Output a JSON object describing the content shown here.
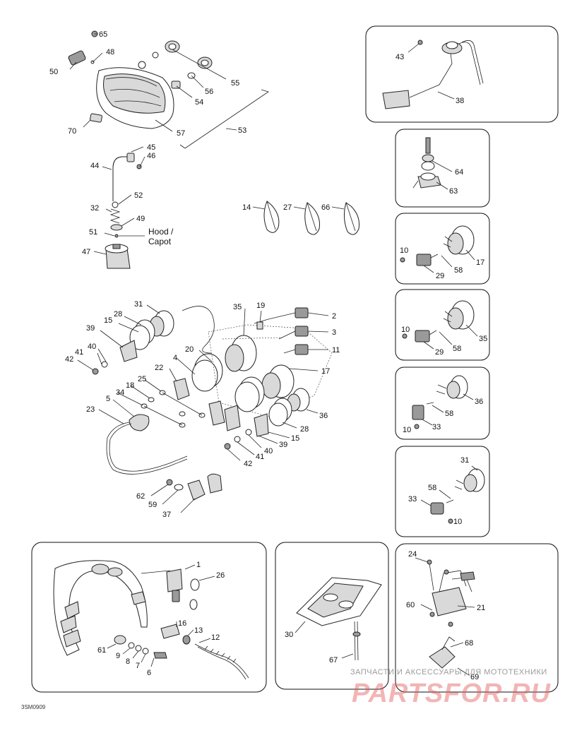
{
  "labels": {
    "n65": "65",
    "n48": "48",
    "n50": "50",
    "n55": "55",
    "n56": "56",
    "n54": "54",
    "n57": "57",
    "n53": "53",
    "n70": "70",
    "n45": "45",
    "n46": "46",
    "n44": "44",
    "n52": "52",
    "n32": "32",
    "n49": "49",
    "n51": "51",
    "hood": "Hood /",
    "capot": "Capot",
    "n47": "47",
    "n14": "14",
    "n27": "27",
    "n66": "66",
    "n31a": "31",
    "n35a": "35",
    "n19": "19",
    "n2": "2",
    "n28a": "28",
    "n15a": "15",
    "n39a": "39",
    "n3": "3",
    "n40a": "40",
    "n41a": "41",
    "n11": "11",
    "n20": "20",
    "n42a": "42",
    "n4": "4",
    "n17a": "17",
    "n22": "22",
    "n25": "25",
    "n18": "18",
    "n34": "34",
    "n5": "5",
    "n36a": "36",
    "n23": "23",
    "n28b": "28",
    "n15b": "15",
    "n39b": "39",
    "n40b": "40",
    "n41b": "41",
    "n42b": "42",
    "n62": "62",
    "n59": "59",
    "n37": "37",
    "n43": "43",
    "n38": "38",
    "n64": "64",
    "n63": "63",
    "p3_10": "10",
    "p3_17": "17",
    "p3_29": "29",
    "p3_58": "58",
    "p4_10": "10",
    "p4_35": "35",
    "p4_29": "29",
    "p4_58": "58",
    "p5_36": "36",
    "p5_58": "58",
    "p5_10": "10",
    "p5_33": "33",
    "p6_31": "31",
    "p6_58": "58",
    "p6_33": "33",
    "p6_10": "10",
    "p7_24": "24",
    "p7_60": "60",
    "p7_21": "21",
    "p7_68": "68",
    "p7_69": "69",
    "n1": "1",
    "n26": "26",
    "n16": "16",
    "n13": "13",
    "n12": "12",
    "n61": "61",
    "n9": "9",
    "n8": "8",
    "n7": "7",
    "n6": "6",
    "n30": "30",
    "n67": "67"
  },
  "watermark": {
    "line1": "ЗАПЧАСТИ И АКСЕССУАРЫ ДЛЯ МОТОТЕХНИКИ",
    "line2": "PARTSFOR.RU"
  },
  "drawing_code": "3SM0909"
}
